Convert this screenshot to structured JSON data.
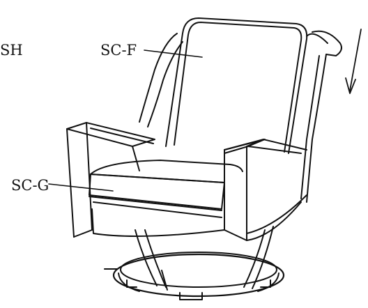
{
  "labels": {
    "partial_left": "SH",
    "seat_back_part": "SC-F",
    "seat_cushion_part": "SC-G"
  },
  "colors": {
    "line": "#111111",
    "background": "#ffffff"
  },
  "icons": {
    "direction_arrow": "arrow-down-icon"
  }
}
